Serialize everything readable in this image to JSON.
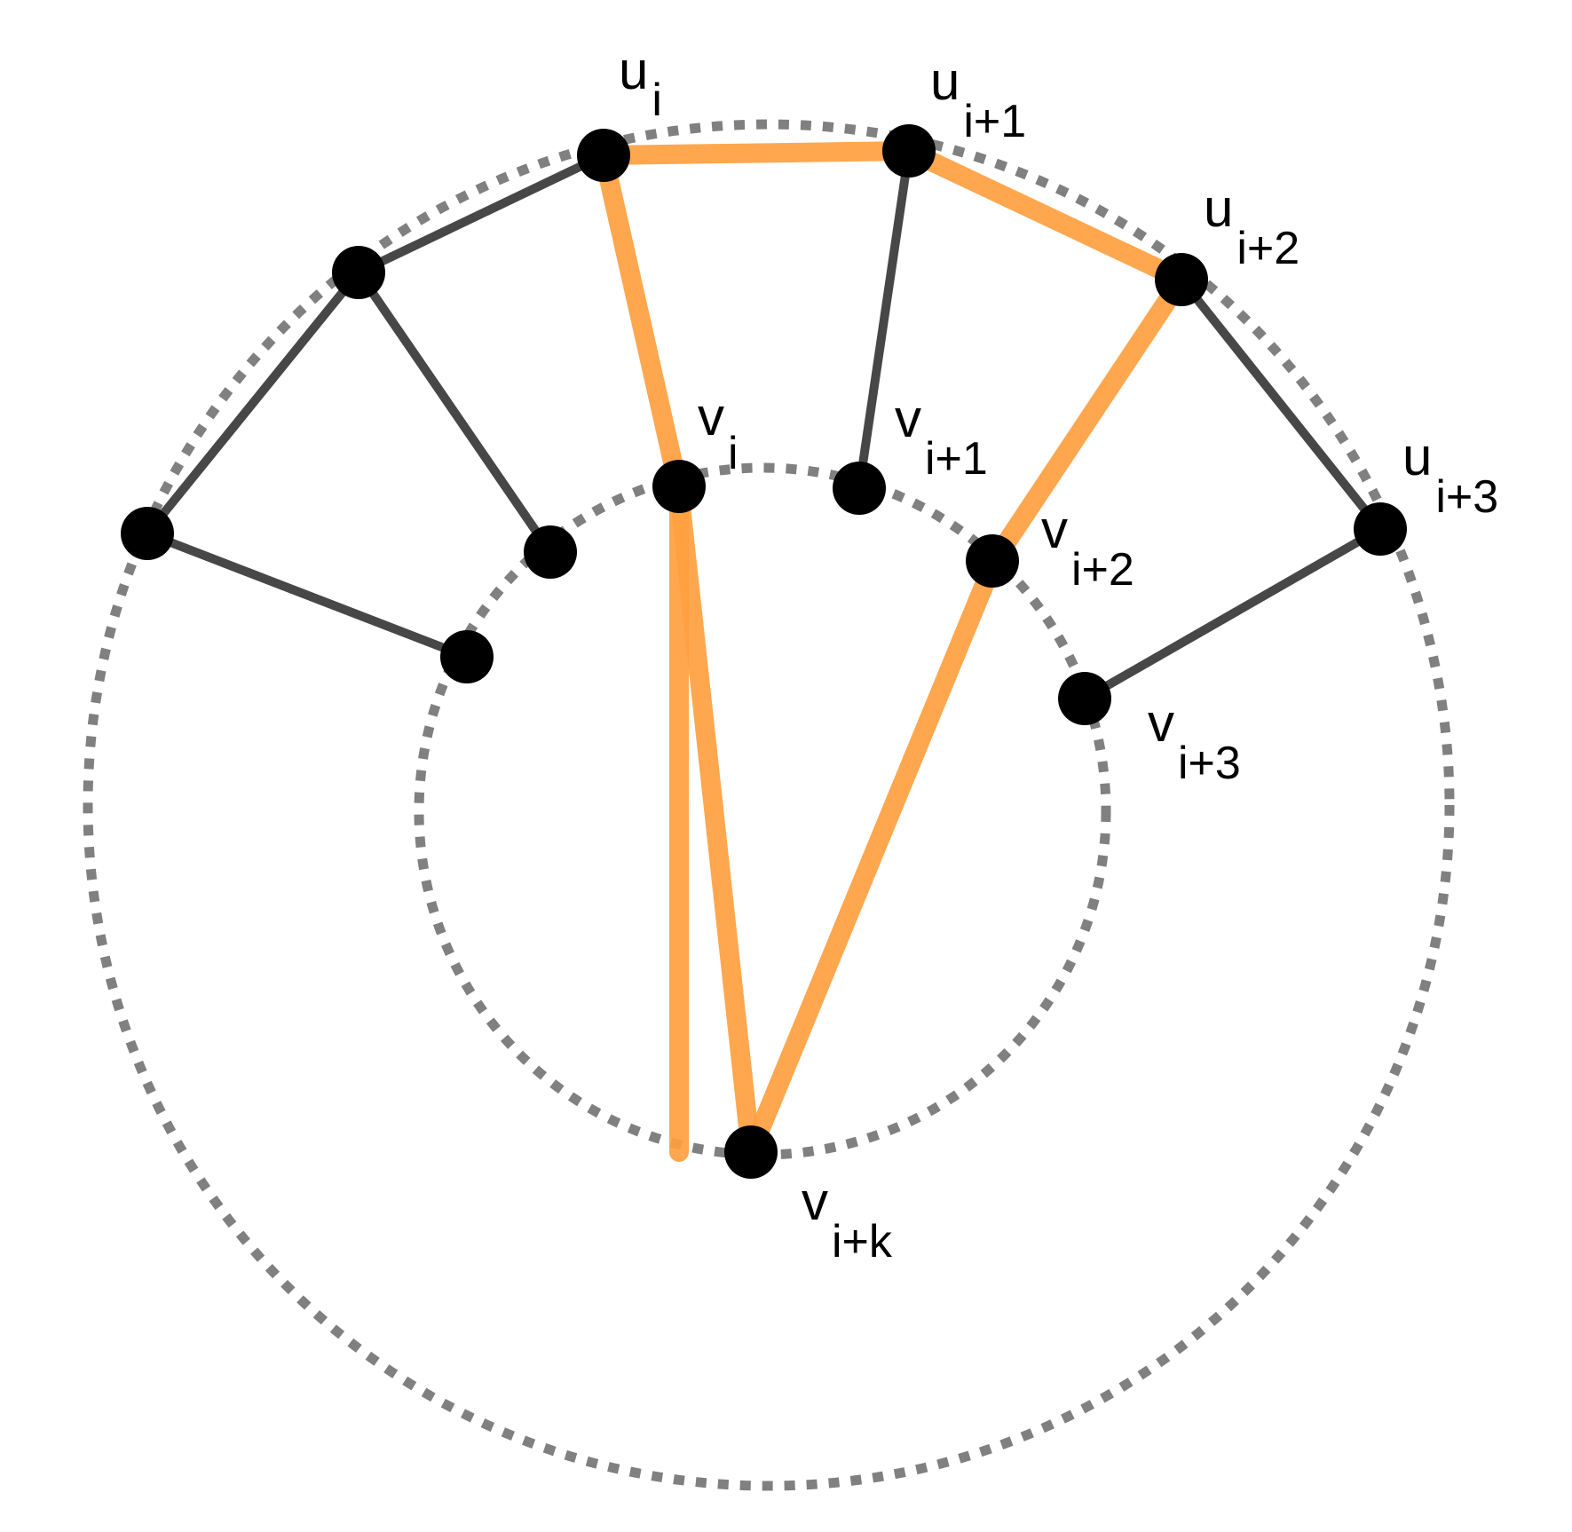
{
  "colors": {
    "background": "#ffffff",
    "node": "#000000",
    "edge": "#474747",
    "highlight": "#ffa040",
    "circle": "#808080"
  },
  "labels": {
    "u_i": {
      "base": "u",
      "sub": "i"
    },
    "u_i1": {
      "base": "u",
      "sub": "i+1"
    },
    "u_i2": {
      "base": "u",
      "sub": "i+2"
    },
    "u_i3": {
      "base": "u",
      "sub": "i+3"
    },
    "v_i": {
      "base": "v",
      "sub": "i"
    },
    "v_i1": {
      "base": "v",
      "sub": "i+1"
    },
    "v_i2": {
      "base": "v",
      "sub": "i+2"
    },
    "v_i3": {
      "base": "v",
      "sub": "i+3"
    },
    "v_ik": {
      "base": "v",
      "sub": "i+k"
    }
  }
}
